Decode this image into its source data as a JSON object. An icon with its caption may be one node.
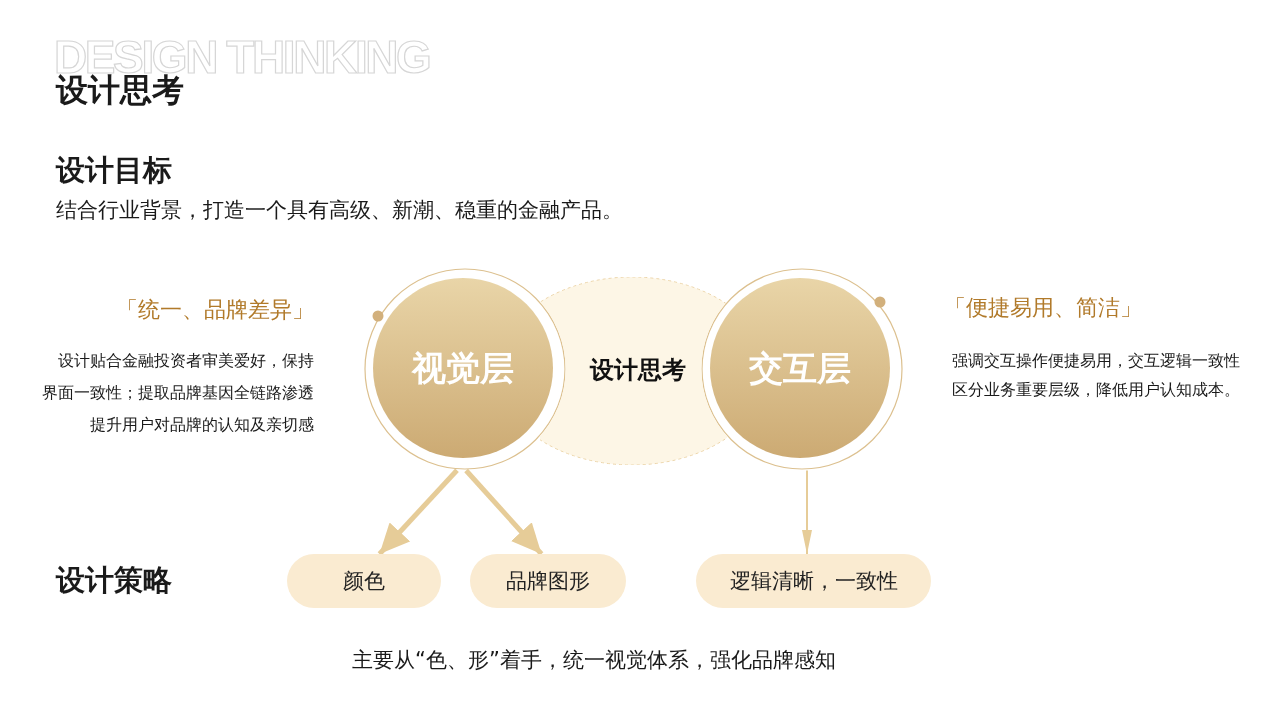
{
  "diagram": {
    "title": "设计思考",
    "nodes": [
      {
        "text": [
          "视觉层"
        ],
        "beside": [
          "「统一、品牌差异」",
          "设计贴合金融投资者审美爱好，保持界面一致性；提取品牌基因全链路渗透提升用户对品牌的认知及亲切感"
        ]
      },
      {
        "text": [
          "设计思考"
        ]
      },
      {
        "text": [
          "交互层"
        ],
        "beside": [
          "「便捷易用、简洁」",
          "强调交互操作便捷易用，交互逻辑一致性区分业务重要层级，降低用户认知成本。"
        ]
      },
      {
        "text": [
          "颜色"
        ]
      },
      {
        "text": [
          "品牌图形"
        ]
      },
      {
        "text": [
          "逻辑清晰，一致性"
        ]
      }
    ],
    "edges": [
      {
        "from": 0,
        "to": 3,
        "arrow": "to"
      },
      {
        "from": 0,
        "to": 4,
        "arrow": "to"
      },
      {
        "from": 2,
        "to": 5,
        "arrow": "to"
      }
    ],
    "labels": [
      "DESIGN THINKING",
      "设计目标",
      "结合行业背景，打造一个具有高级、新潮、稳重的金融产品。",
      "设计策略",
      "主要从“色、形”着手，统一视觉体系，强化品牌感知"
    ]
  }
}
